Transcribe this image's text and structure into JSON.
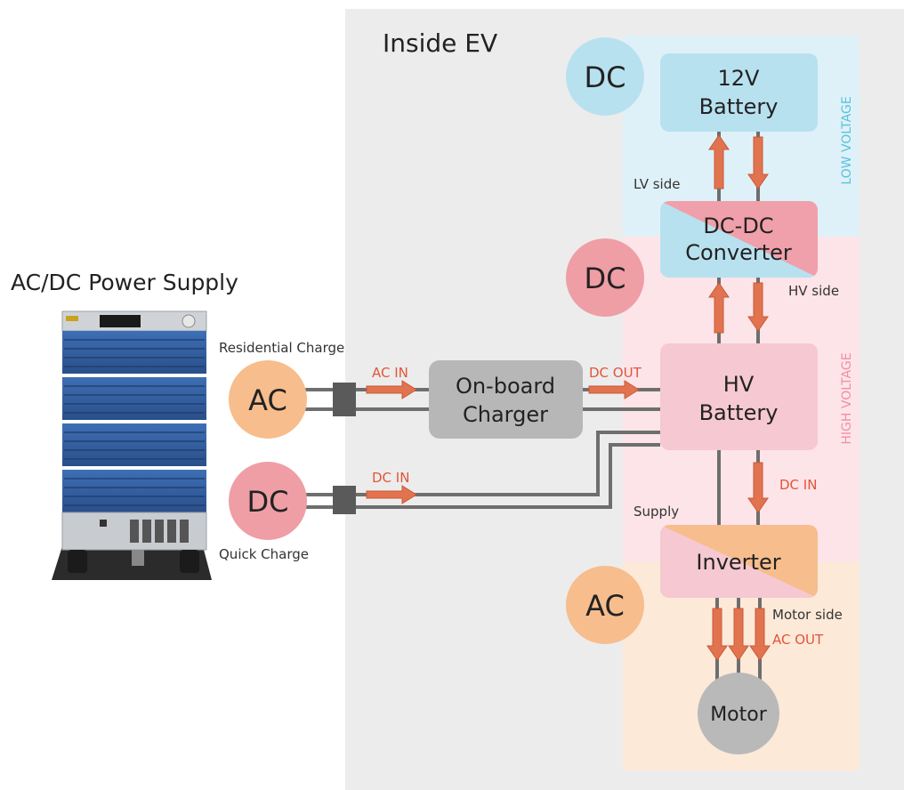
{
  "supply": {
    "title": "AC/DC Power Supply",
    "residential_label": "Residential Charge",
    "quick_label": "Quick Charge",
    "ac_badge": "AC",
    "dc_badge": "DC",
    "ac_in": "AC IN",
    "dc_in": "DC IN"
  },
  "ev": {
    "title": "Inside EV",
    "low_voltage": "LOW VOLTAGE",
    "high_voltage": "HIGH VOLTAGE",
    "badge_dc_top": "DC",
    "badge_dc_mid": "DC",
    "badge_ac_bottom": "AC",
    "battery12v": [
      "12V",
      "Battery"
    ],
    "dcdc": [
      "DC-DC",
      "Converter"
    ],
    "hv_battery": [
      "HV",
      "Battery"
    ],
    "charger": [
      "On-board",
      "Charger"
    ],
    "inverter": "Inverter",
    "motor": "Motor",
    "lv_side": "LV side",
    "hv_side": "HV side",
    "dc_out": "DC OUT",
    "dc_in": "DC IN",
    "supply": "Supply",
    "motor_side": "Motor side",
    "ac_out": "AC OUT"
  },
  "colors": {
    "ev_bg": "#ececec",
    "low_zone": "#dff1f8",
    "high_zone": "#fde4e8",
    "ac_zone": "#fde9d8",
    "blue_box": "#b8e1f0",
    "pink_box": "#f6c8d1",
    "orange_box": "#f7bd8d",
    "gray_box": "#b7b7b7",
    "dc_badge": "#ef9ea6",
    "ac_badge": "#f7bd8d",
    "blue_badge": "#b8e1f0",
    "arrow": "#e2734f",
    "wire": "#6e6e6e",
    "cyan_text": "#59c2dc",
    "pink_text": "#ef8fa6",
    "red_text": "#e2553a"
  }
}
